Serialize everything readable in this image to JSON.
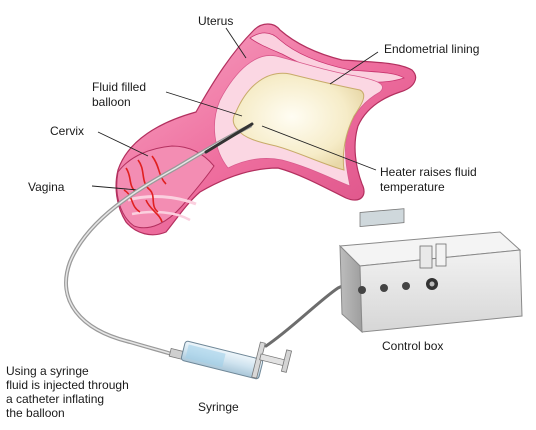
{
  "labels": {
    "uterus": "Uterus",
    "endometrial_lining": "Endometrial lining",
    "fluid_balloon_1": "Fluid filled",
    "fluid_balloon_2": "balloon",
    "cervix": "Cervix",
    "vagina": "Vagina",
    "heater_1": "Heater raises fluid",
    "heater_2": "temperature",
    "control_box": "Control box",
    "syringe": "Syringe",
    "syringe_note_1": "Using a syringe",
    "syringe_note_2": "fluid is injected through",
    "syringe_note_3": "a catheter inflating",
    "syringe_note_4": "the balloon"
  },
  "colors": {
    "tissue_pink": "#f07aa8",
    "tissue_light": "#f9c2d6",
    "tissue_dark": "#c8336e",
    "balloon": "#f7efd2",
    "vessels": "#e02020",
    "control_box": "#dcdcdc",
    "catheter": "#b8b8b8"
  }
}
